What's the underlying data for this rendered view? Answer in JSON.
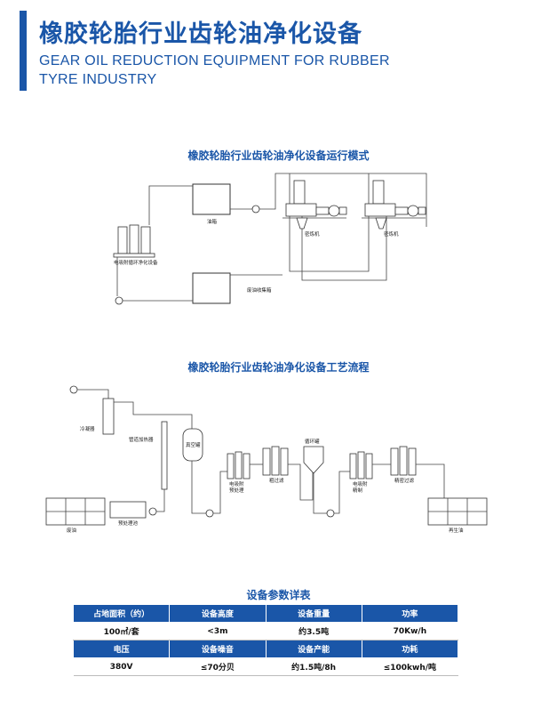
{
  "header": {
    "title_cn": "橡胶轮胎行业齿轮油净化设备",
    "title_en": "GEAR OIL REDUCTION EQUIPMENT FOR RUBBER TYRE INDUSTRY"
  },
  "mode_diagram": {
    "title": "橡胶轮胎行业齿轮油净化设备运行模式",
    "labels": {
      "oil_box": "油箱",
      "mixer_1": "密炼机",
      "mixer_2": "密炼机",
      "purifier": "电吸附循环净化设备",
      "waste_tank": "废油收集箱"
    }
  },
  "process_diagram": {
    "title": "橡胶轮胎行业齿轮油净化设备工艺流程",
    "labels": {
      "cooler": "冷凝器",
      "heater": "管道加热器",
      "vacuum_tank": "真空罐",
      "pre_adsorb": "电吸附\n预处理",
      "coarse_filter": "粗过滤",
      "circ_tank": "循环罐",
      "fine_adsorb": "电吸附\n精制",
      "fine_filter": "精密过滤",
      "waste_oil": "废油",
      "pre_pool": "预处理池",
      "regen_oil": "再生油"
    }
  },
  "params": {
    "title": "设备参数详表",
    "rows": [
      {
        "type": "header",
        "cells": [
          "占地面积（约）",
          "设备高度",
          "设备重量",
          "功率"
        ]
      },
      {
        "type": "value",
        "cells": [
          "100㎡/套",
          "<3m",
          "约3.5吨",
          "70Kw/h"
        ]
      },
      {
        "type": "header",
        "cells": [
          "电压",
          "设备噪音",
          "设备产能",
          "功耗"
        ]
      },
      {
        "type": "value",
        "cells": [
          "380V",
          "≤70分贝",
          "约1.5吨/8h",
          "≤100kwh/吨"
        ]
      }
    ]
  }
}
